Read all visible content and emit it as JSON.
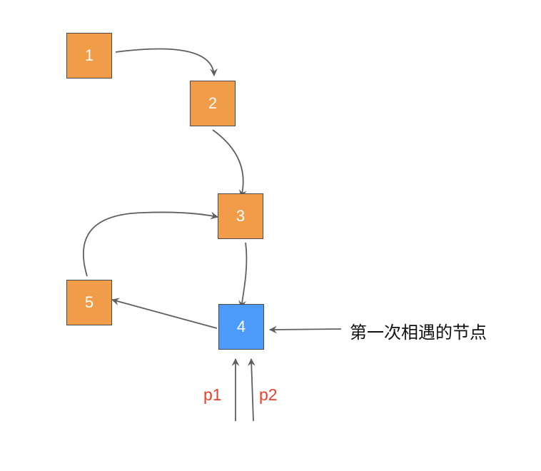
{
  "nodes": [
    {
      "label": "1",
      "color": "#F19C48"
    },
    {
      "label": "2",
      "color": "#F19C48"
    },
    {
      "label": "3",
      "color": "#F19C48"
    },
    {
      "label": "4",
      "color": "#4C9BFA"
    },
    {
      "label": "5",
      "color": "#F19C48"
    }
  ],
  "edges": [
    {
      "from": "1",
      "to": "2"
    },
    {
      "from": "2",
      "to": "3"
    },
    {
      "from": "3",
      "to": "4"
    },
    {
      "from": "4",
      "to": "5"
    },
    {
      "from": "5",
      "to": "3"
    }
  ],
  "pointers": [
    {
      "label": "p1",
      "target": "4"
    },
    {
      "label": "p2",
      "target": "4"
    }
  ],
  "annotation": {
    "text": "第一次相遇的节点",
    "target": "4"
  },
  "colors": {
    "edge": "#5f5f5f",
    "pointer_label": "#E8402A",
    "meeting_node": "#4C9BFA",
    "list_node": "#F19C48"
  }
}
